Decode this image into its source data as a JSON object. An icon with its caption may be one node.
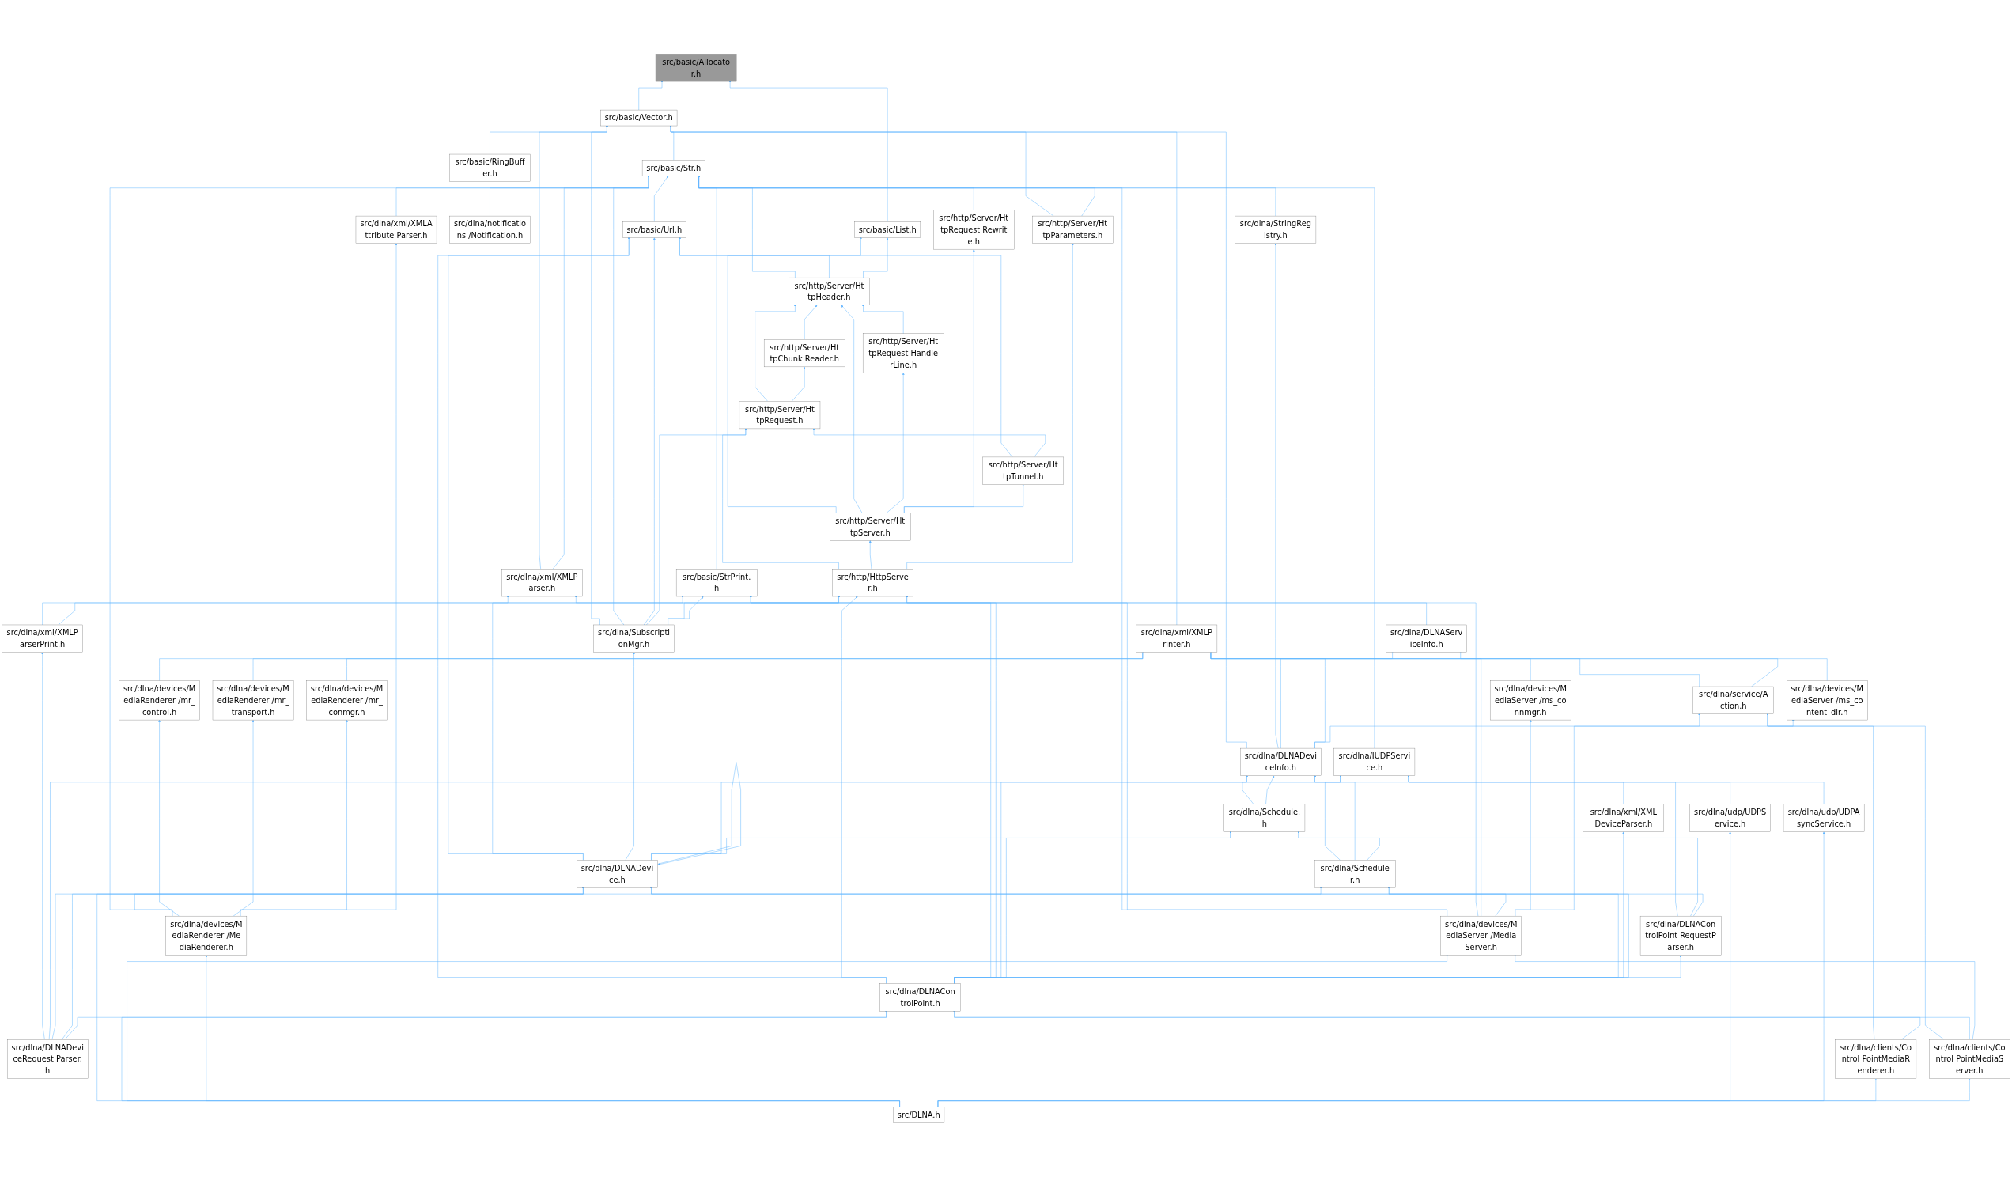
{
  "diagram": {
    "nodes": [
      {
        "text": [
          "src/basic/Allocator.h"
        ]
      },
      {
        "text": [
          "src/basic/Vector.h"
        ]
      },
      {
        "text": [
          "src/basic/RingBuffer.h"
        ]
      },
      {
        "text": [
          "src/basic/Str.h"
        ]
      },
      {
        "text": [
          "src/http/Server/HttpParameters.h"
        ]
      },
      {
        "text": [
          "src/basic/Url.h"
        ]
      },
      {
        "text": [
          "src/dlna/notifications /Notification.h"
        ]
      },
      {
        "text": [
          "src/basic/List.h"
        ]
      },
      {
        "text": [
          "src/dlna/xml/XMLAttribute Parser.h"
        ]
      },
      {
        "text": [
          "src/http/Server/HttpHeader.h"
        ]
      },
      {
        "text": [
          "src/http/Server/HttpRequest HandlerLine.h"
        ]
      },
      {
        "text": [
          "src/http/Server/HttpChunk Reader.h"
        ]
      },
      {
        "text": [
          "src/http/Server/HttpRequest.h"
        ]
      },
      {
        "text": [
          "src/dlna/StringRegistry.h"
        ]
      },
      {
        "text": [
          "src/http/Server/HttpRequest Rewrite.h"
        ]
      },
      {
        "text": [
          "src/http/Server/HttpTunnel.h"
        ]
      },
      {
        "text": [
          "src/http/Server/HttpServer.h"
        ]
      },
      {
        "text": [
          "src/dlna/xml/XMLParser.h"
        ]
      },
      {
        "text": [
          "src/basic/StrPrint.h"
        ]
      },
      {
        "text": [
          "src/http/HttpServer.h"
        ]
      },
      {
        "text": [
          "src/dlna/SubscriptionMgr.h"
        ]
      },
      {
        "text": [
          "src/dlna/xml/XMLParserPrint.h"
        ]
      },
      {
        "text": [
          "src/dlna/DLNAServiceInfo.h"
        ]
      },
      {
        "text": [
          "src/dlna/xml/XMLPrinter.h"
        ]
      },
      {
        "text": [
          "src/dlna/devices/MediaServer /ms_connmgr.h"
        ]
      },
      {
        "text": [
          "src/dlna/devices/MediaServer /ms_content_dir.h"
        ]
      },
      {
        "text": [
          "src/dlna/service/Action.h"
        ]
      },
      {
        "text": [
          "src/dlna/IUDPService.h"
        ]
      },
      {
        "text": [
          "src/dlna/DLNADeviceInfo.h"
        ]
      },
      {
        "text": [
          "src/dlna/devices/MediaRenderer /mr_transport.h"
        ]
      },
      {
        "text": [
          "src/dlna/devices/MediaRenderer /mr_conmgr.h"
        ]
      },
      {
        "text": [
          "src/dlna/udp/UDPService.h"
        ]
      },
      {
        "text": [
          "src/dlna/Schedule.h"
        ]
      },
      {
        "text": [
          "src/dlna/Scheduler.h"
        ]
      },
      {
        "text": [
          "src/dlna/xml/XMLDeviceParser.h"
        ]
      },
      {
        "text": [
          "src/dlna/DLNADevice.h"
        ]
      },
      {
        "text": [
          "src/dlna/devices/MediaRenderer /mr_control.h"
        ]
      },
      {
        "text": [
          "src/dlna/DLNAControlPoint RequestParser.h"
        ]
      },
      {
        "text": [
          "src/dlna/devices/MediaServer /MediaServer.h"
        ]
      },
      {
        "text": [
          "src/dlna/devices/MediaRenderer /MediaRenderer.h"
        ]
      },
      {
        "text": [
          "src/dlna/udp/UDPAsyncService.h"
        ]
      },
      {
        "text": [
          "src/dlna/DLNAControlPoint.h"
        ]
      },
      {
        "text": [
          "src/dlna/DLNADeviceRequest Parser.h"
        ]
      },
      {
        "text": [
          "src/dlna/clients/Control PointMediaRenderer.h"
        ]
      },
      {
        "text": [
          "src/dlna/clients/Control PointMediaServer.h"
        ]
      },
      {
        "text": [
          "src/DLNA.h"
        ]
      }
    ],
    "edges": [
      {
        "from": 1,
        "to": 0,
        "arrow": "to"
      },
      {
        "from": 7,
        "to": 0,
        "arrow": "to"
      },
      {
        "from": 2,
        "to": 1,
        "arrow": "to"
      },
      {
        "from": 3,
        "to": 1,
        "arrow": "to"
      },
      {
        "from": 4,
        "to": 1,
        "arrow": "to"
      },
      {
        "from": 17,
        "to": 1,
        "arrow": "to"
      },
      {
        "from": 28,
        "to": 1,
        "arrow": "to"
      },
      {
        "from": 20,
        "to": 1,
        "arrow": "to"
      },
      {
        "from": 23,
        "to": 1,
        "arrow": "to"
      },
      {
        "from": 4,
        "to": 3,
        "arrow": "to"
      },
      {
        "from": 5,
        "to": 3,
        "arrow": "to"
      },
      {
        "from": 6,
        "to": 3,
        "arrow": "to"
      },
      {
        "from": 9,
        "to": 3,
        "arrow": "to"
      },
      {
        "from": 8,
        "to": 3,
        "arrow": "to"
      },
      {
        "from": 13,
        "to": 3,
        "arrow": "to"
      },
      {
        "from": 14,
        "to": 3,
        "arrow": "to"
      },
      {
        "from": 17,
        "to": 3,
        "arrow": "to"
      },
      {
        "from": 18,
        "to": 3,
        "arrow": "to"
      },
      {
        "from": 27,
        "to": 3,
        "arrow": "to"
      },
      {
        "from": 20,
        "to": 3,
        "arrow": "to"
      },
      {
        "from": 38,
        "to": 3,
        "arrow": "to"
      },
      {
        "from": 39,
        "to": 3,
        "arrow": "to"
      },
      {
        "from": 9,
        "to": 5,
        "arrow": "to"
      },
      {
        "from": 15,
        "to": 5,
        "arrow": "to"
      },
      {
        "from": 20,
        "to": 5,
        "arrow": "to"
      },
      {
        "from": 41,
        "to": 5,
        "arrow": "to"
      },
      {
        "from": 35,
        "to": 5,
        "arrow": "to"
      },
      {
        "from": 9,
        "to": 7,
        "arrow": "to"
      },
      {
        "from": 16,
        "to": 7,
        "arrow": "to"
      },
      {
        "from": 10,
        "to": 9,
        "arrow": "to"
      },
      {
        "from": 11,
        "to": 9,
        "arrow": "to"
      },
      {
        "from": 12,
        "to": 9,
        "arrow": "to"
      },
      {
        "from": 16,
        "to": 9,
        "arrow": "to"
      },
      {
        "from": 12,
        "to": 11,
        "arrow": "to"
      },
      {
        "from": 15,
        "to": 12,
        "arrow": "to"
      },
      {
        "from": 19,
        "to": 12,
        "arrow": "to"
      },
      {
        "from": 20,
        "to": 12,
        "arrow": "to"
      },
      {
        "from": 16,
        "to": 10,
        "arrow": "to"
      },
      {
        "from": 16,
        "to": 14,
        "arrow": "to"
      },
      {
        "from": 16,
        "to": 15,
        "arrow": "to"
      },
      {
        "from": 19,
        "to": 16,
        "arrow": "to"
      },
      {
        "from": 19,
        "to": 4,
        "arrow": "to"
      },
      {
        "from": 22,
        "to": 19,
        "arrow": "to"
      },
      {
        "from": 35,
        "to": 19,
        "arrow": "to"
      },
      {
        "from": 38,
        "to": 19,
        "arrow": "to"
      },
      {
        "from": 20,
        "to": 19,
        "arrow": "to"
      },
      {
        "from": 41,
        "to": 19,
        "arrow": "to"
      },
      {
        "from": 21,
        "to": 17,
        "arrow": "to"
      },
      {
        "from": 41,
        "to": 17,
        "arrow": "to"
      },
      {
        "from": 21,
        "to": 18,
        "arrow": "to"
      },
      {
        "from": 20,
        "to": 18,
        "arrow": "to"
      },
      {
        "from": 38,
        "to": 18,
        "arrow": "to"
      },
      {
        "from": 41,
        "to": 18,
        "arrow": "to"
      },
      {
        "from": 28,
        "to": 13,
        "arrow": "to"
      },
      {
        "from": 42,
        "to": 21,
        "arrow": "to"
      },
      {
        "from": 35,
        "to": 20,
        "arrow": "to"
      },
      {
        "from": 26,
        "to": 22,
        "arrow": "to"
      },
      {
        "from": 28,
        "to": 22,
        "arrow": "to"
      },
      {
        "from": 24,
        "to": 23,
        "arrow": "to"
      },
      {
        "from": 25,
        "to": 23,
        "arrow": "to"
      },
      {
        "from": 26,
        "to": 23,
        "arrow": "to"
      },
      {
        "from": 28,
        "to": 23,
        "arrow": "to"
      },
      {
        "from": 29,
        "to": 23,
        "arrow": "to"
      },
      {
        "from": 30,
        "to": 23,
        "arrow": "to"
      },
      {
        "from": 36,
        "to": 23,
        "arrow": "to"
      },
      {
        "from": 38,
        "to": 23,
        "arrow": "to"
      },
      {
        "from": 28,
        "to": 26,
        "arrow": "to"
      },
      {
        "from": 43,
        "to": 26,
        "arrow": "to"
      },
      {
        "from": 44,
        "to": 26,
        "arrow": "to"
      },
      {
        "from": 31,
        "to": 27,
        "arrow": "to"
      },
      {
        "from": 40,
        "to": 27,
        "arrow": "to"
      },
      {
        "from": 32,
        "to": 27,
        "arrow": "to"
      },
      {
        "from": 33,
        "to": 27,
        "arrow": "to"
      },
      {
        "from": 37,
        "to": 27,
        "arrow": "to"
      },
      {
        "from": 42,
        "to": 27,
        "arrow": "to"
      },
      {
        "from": 32,
        "to": 28,
        "arrow": "to"
      },
      {
        "from": 33,
        "to": 28,
        "arrow": "to"
      },
      {
        "from": 34,
        "to": 28,
        "arrow": "to"
      },
      {
        "from": 35,
        "to": 28,
        "arrow": "to"
      },
      {
        "from": 41,
        "to": 28,
        "arrow": "to"
      },
      {
        "from": 33,
        "to": 32,
        "arrow": "to"
      },
      {
        "from": 37,
        "to": 32,
        "arrow": "to"
      },
      {
        "from": 41,
        "to": 32,
        "arrow": "to"
      },
      {
        "from": 35,
        "to": 32,
        "arrow": "to"
      },
      {
        "from": 37,
        "to": 33,
        "arrow": "to"
      },
      {
        "from": 41,
        "to": 33,
        "arrow": "to"
      },
      {
        "from": 42,
        "to": 33,
        "arrow": "to"
      },
      {
        "from": 41,
        "to": 34,
        "arrow": "to"
      },
      {
        "from": 35,
        "to": 35,
        "arrow": "to"
      },
      {
        "from": 41,
        "to": 35,
        "arrow": "to"
      },
      {
        "from": 42,
        "to": 35,
        "arrow": "to"
      },
      {
        "from": 38,
        "to": 35,
        "arrow": "to"
      },
      {
        "from": 39,
        "to": 35,
        "arrow": "to"
      },
      {
        "from": 45,
        "to": 35,
        "arrow": "to"
      },
      {
        "from": 41,
        "to": 37,
        "arrow": "to"
      },
      {
        "from": 38,
        "to": 24,
        "arrow": "to"
      },
      {
        "from": 38,
        "to": 25,
        "arrow": "to"
      },
      {
        "from": 39,
        "to": 36,
        "arrow": "to"
      },
      {
        "from": 39,
        "to": 29,
        "arrow": "to"
      },
      {
        "from": 39,
        "to": 30,
        "arrow": "to"
      },
      {
        "from": 39,
        "to": 8,
        "arrow": "to"
      },
      {
        "from": 42,
        "to": 41,
        "arrow": "to"
      },
      {
        "from": 43,
        "to": 41,
        "arrow": "to"
      },
      {
        "from": 44,
        "to": 41,
        "arrow": "to"
      },
      {
        "from": 45,
        "to": 41,
        "arrow": "to"
      },
      {
        "from": 44,
        "to": 38,
        "arrow": "to"
      },
      {
        "from": 45,
        "to": 38,
        "arrow": "to"
      },
      {
        "from": 45,
        "to": 39,
        "arrow": "to"
      },
      {
        "from": 45,
        "to": 31,
        "arrow": "to"
      },
      {
        "from": 45,
        "to": 40,
        "arrow": "to"
      },
      {
        "from": 45,
        "to": 43,
        "arrow": "to"
      },
      {
        "from": 45,
        "to": 44,
        "arrow": "to"
      }
    ]
  }
}
